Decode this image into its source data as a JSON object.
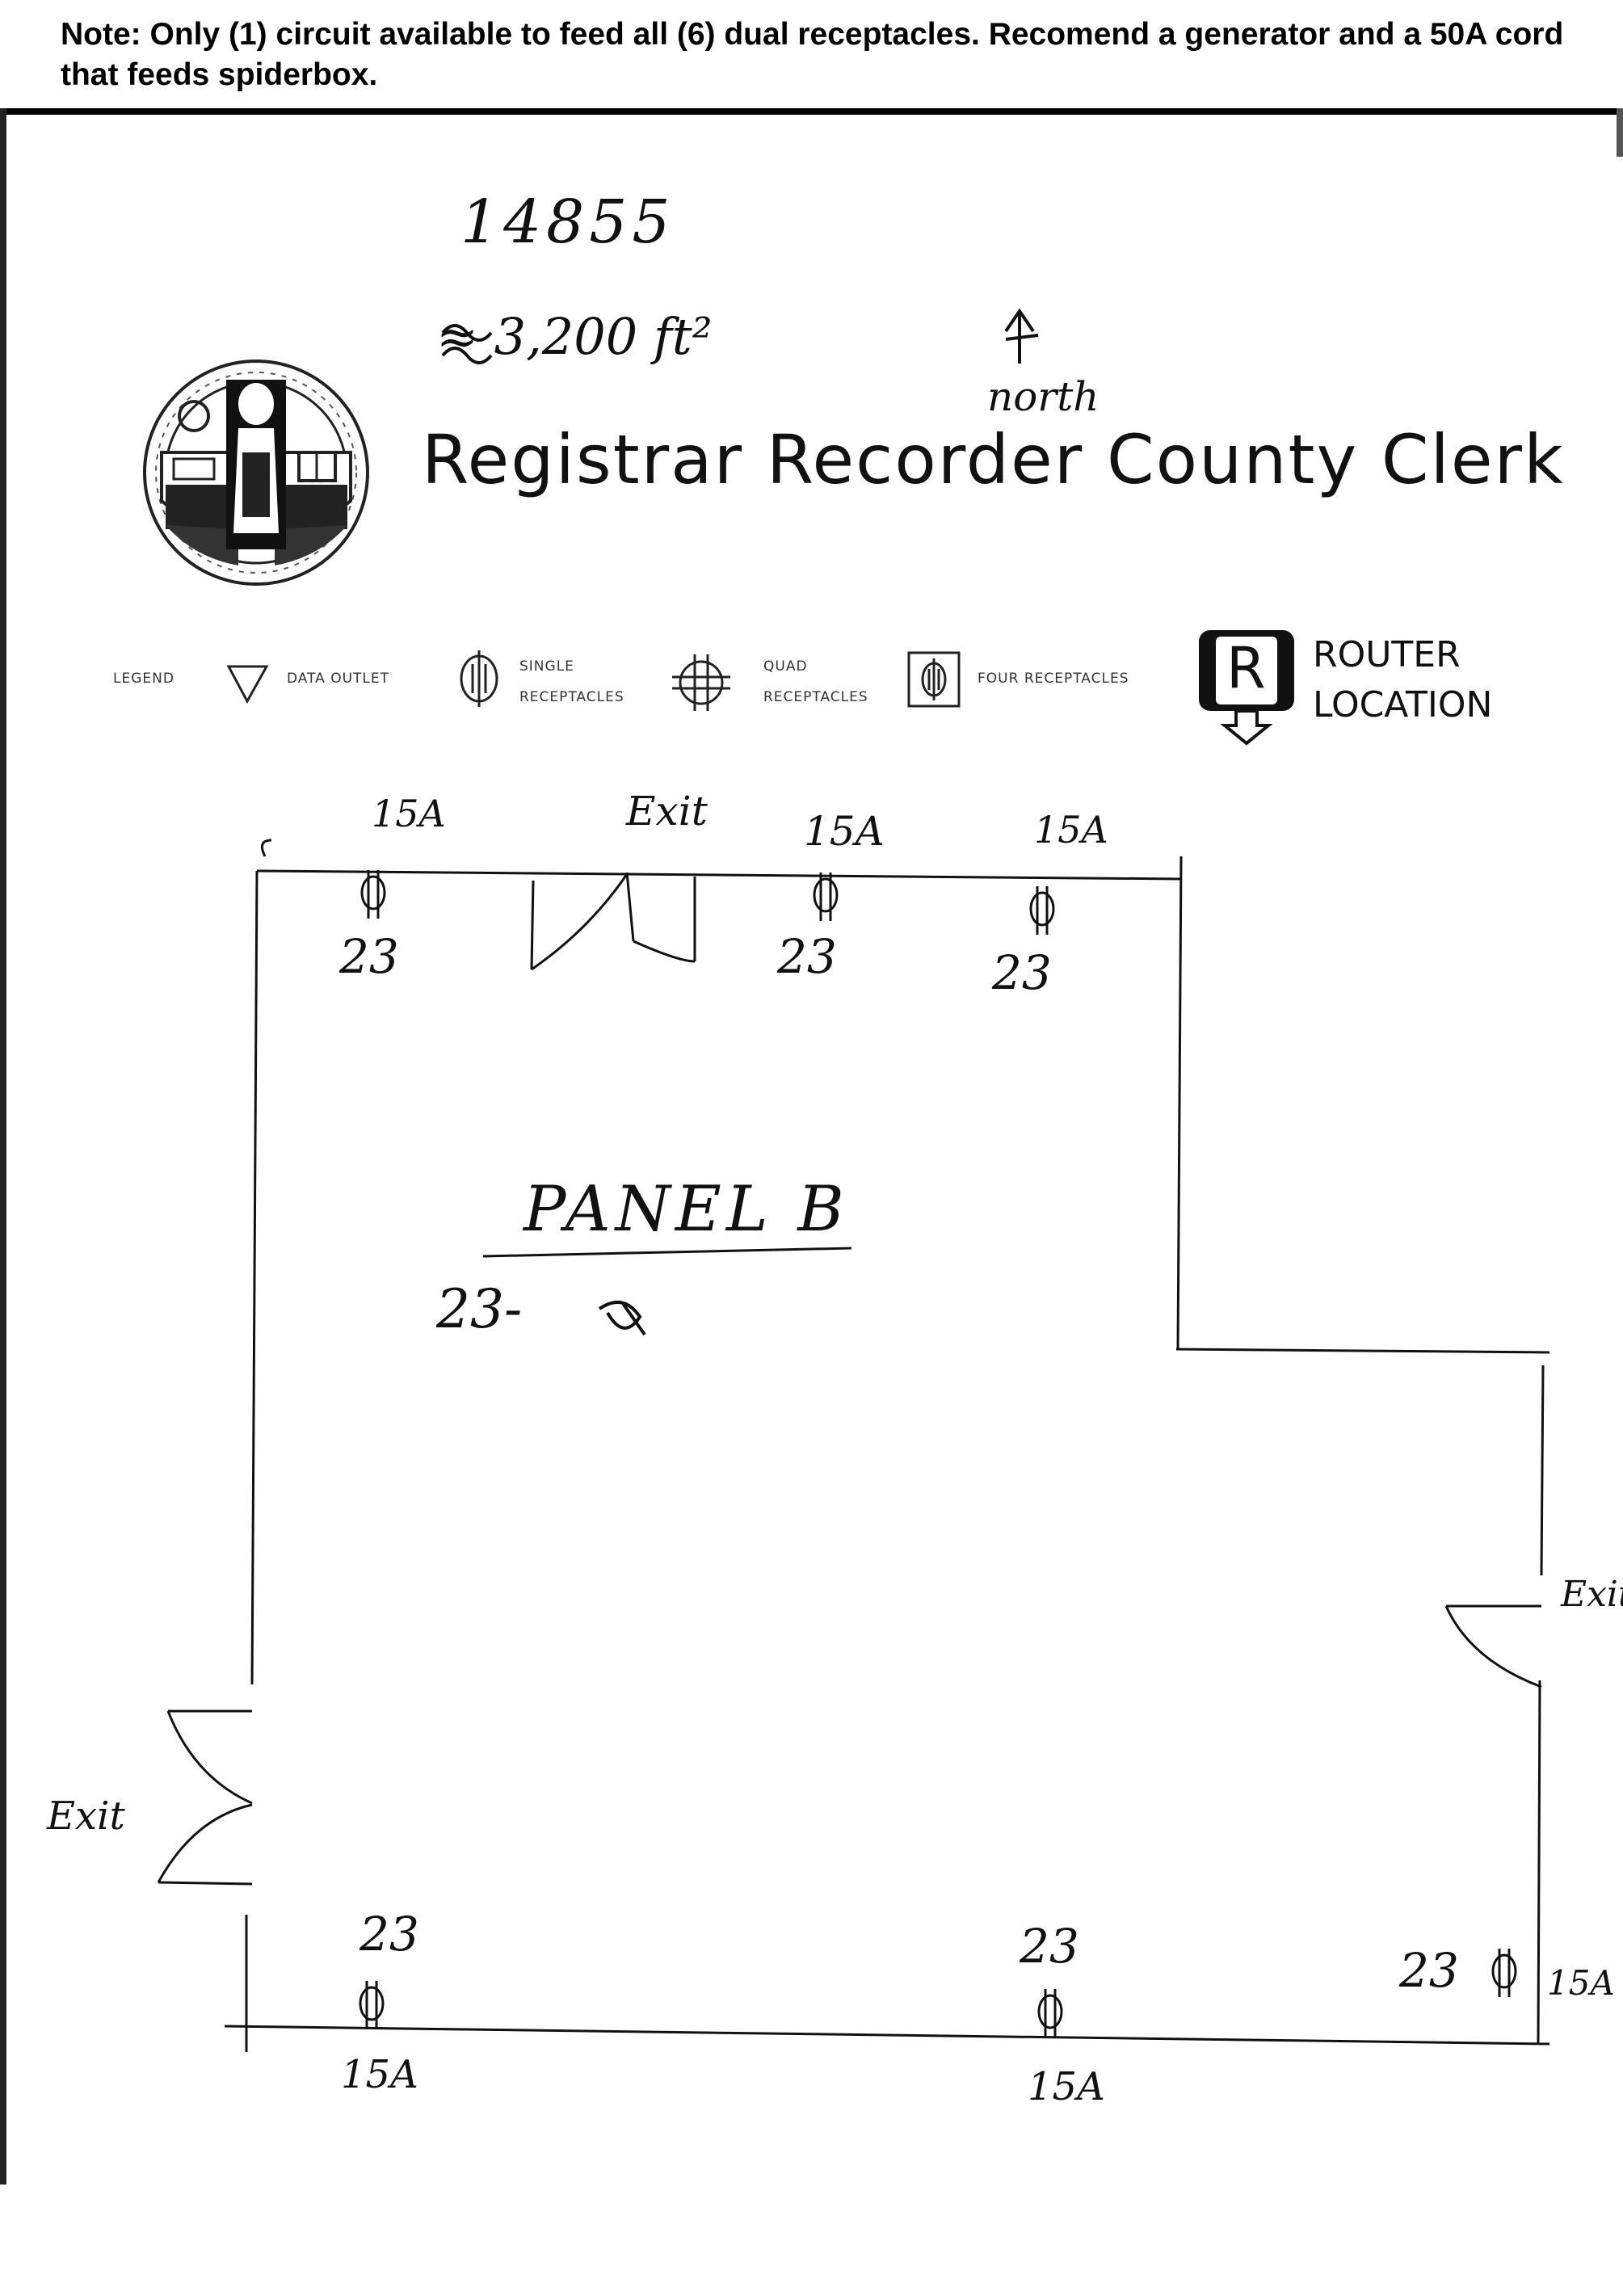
{
  "note": "Note: Only (1) circuit available to feed all (6) dual receptacles. Recomend a generator and a 50A cord that feeds spiderbox.",
  "header": {
    "job_number": "14855",
    "area": "≈ 3,200 ft²",
    "north_label": "north",
    "organization": "Registrar Recorder County Clerk"
  },
  "legend": {
    "title": "LEGEND",
    "data_outlet": "DATA OUTLET",
    "single_receptacles": [
      "SINGLE",
      "RECEPTACLES"
    ],
    "quad_receptacles": [
      "QUAD",
      "RECEPTACLES"
    ],
    "four_receptacles": "FOUR RECEPTACLES",
    "router_symbol": "R",
    "router_location": [
      "ROUTER",
      "LOCATION"
    ]
  },
  "floorplan": {
    "panel_label": "PANEL B",
    "panel_circuit": "23-",
    "exit_label_top": "Exit",
    "exit_label_right": "Exit",
    "exit_label_left": "Exit",
    "receptacles": [
      {
        "amps": "15A",
        "circuit": "23"
      },
      {
        "amps": "15A",
        "circuit": "23"
      },
      {
        "amps": "15A",
        "circuit": "23"
      },
      {
        "amps": "15A",
        "circuit": "23"
      },
      {
        "amps": "15A",
        "circuit": "23"
      },
      {
        "amps": "15A",
        "circuit": "23"
      }
    ]
  }
}
